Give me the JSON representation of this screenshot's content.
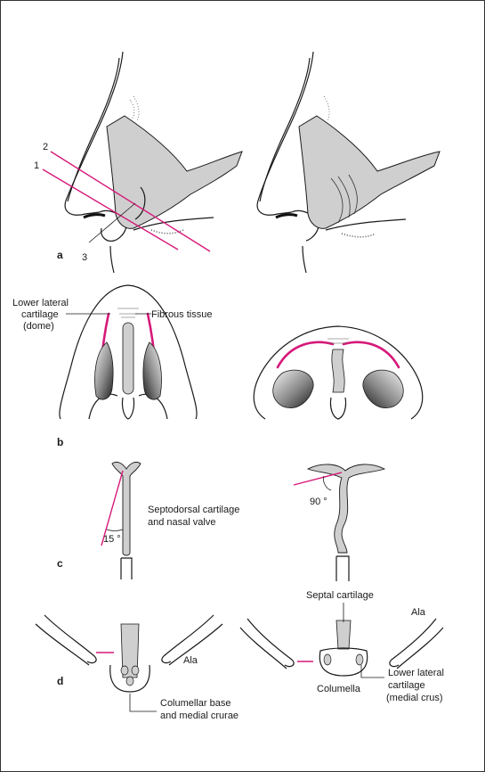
{
  "panels": {
    "a": "a",
    "b": "b",
    "c": "c",
    "d": "d"
  },
  "panel_a": {
    "line1": "1",
    "line2": "2",
    "line3": "3"
  },
  "panel_b": {
    "lower_lateral_cartilage": [
      "Lower lateral",
      "cartilage",
      "(dome)"
    ],
    "fibrous_tissue": "Fibrous tissue"
  },
  "panel_c": {
    "septodorsal": [
      "Septodorsal cartilage",
      "and nasal valve"
    ],
    "angle_left": "15 °",
    "angle_right": "90 °"
  },
  "panel_d": {
    "septal_cartilage": "Septal cartilage",
    "ala_right": "Ala",
    "ala_left": "Ala",
    "columella": "Columella",
    "lower_lateral_medial": [
      "Lower lateral",
      "cartilage",
      "(medial crus)"
    ],
    "columellar_base": [
      "Columellar base",
      "and medial crurae"
    ]
  },
  "colors": {
    "accent": "#d6197a",
    "cartilage": "#cfcfcf",
    "ink": "#1a1a1a"
  }
}
